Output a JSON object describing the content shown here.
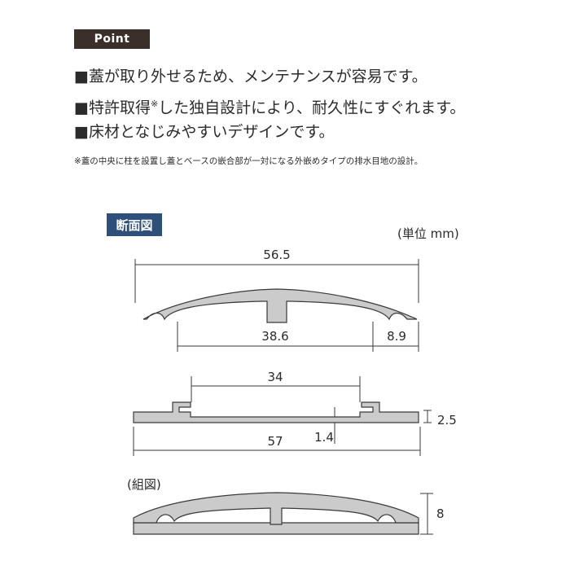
{
  "point_label": "Point",
  "bullets": [
    {
      "text": "■蓋が取り外せるため、メンテナンスが容易です。",
      "sup": ""
    },
    {
      "text": "■特許取得",
      "sup": "※",
      "rest": "した独自設計により、耐久性にすぐれます。"
    },
    {
      "text": "■床材となじみやすいデザインです。",
      "sup": ""
    }
  ],
  "note": "※蓋の中央に柱を設置し蓋とベースの嵌合部が一対になる外嵌めタイプの排水目地の設計。",
  "section_label": "断面図",
  "unit_label": "(単位 mm)",
  "assembly_label": "(組図)",
  "dimensions": {
    "cover_width": "56.5",
    "cover_inner": "38.6",
    "cover_edge": "8.9",
    "base_inner": "34",
    "base_width": "57",
    "base_height": "2.5",
    "base_thickness": "1.4",
    "assembly_height": "8"
  },
  "colors": {
    "profile_fill": "#cbcbcb",
    "profile_stroke": "#3a3a3a",
    "point_bg": "#3a2f2b",
    "section_bg": "#2e4f7a"
  }
}
